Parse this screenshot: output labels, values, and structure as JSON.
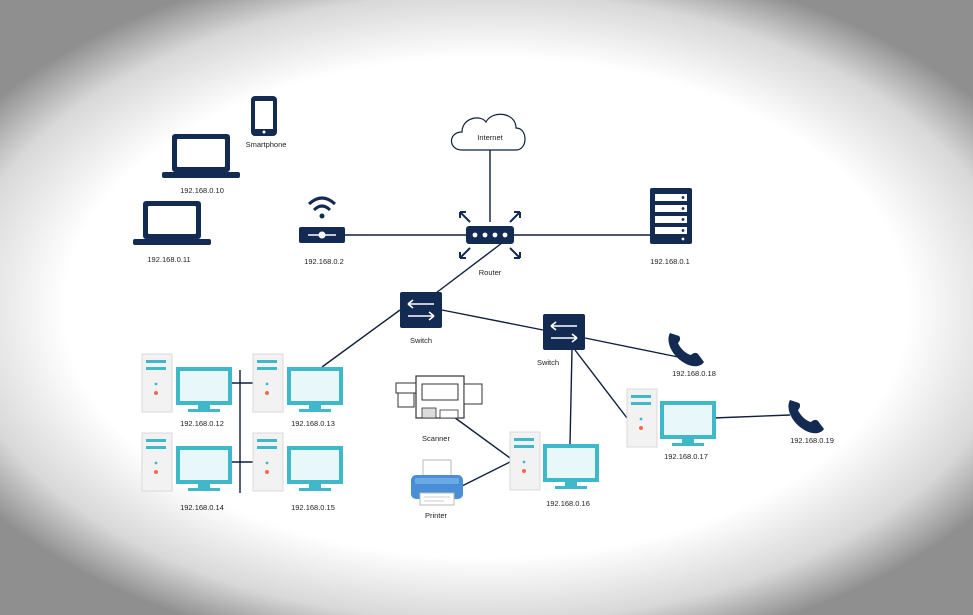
{
  "labels": {
    "internet": "Internet",
    "router": "Router",
    "switch_1": "Switch",
    "switch_2": "Switch",
    "smartphone": "Smartphone",
    "laptop_1": "192.168.0.10",
    "laptop_2": "192.168.0.11",
    "wifi_ap": "192.168.0.2",
    "server": "192.168.0.1",
    "pc_12": "192.168.0.12",
    "pc_13": "192.168.0.13",
    "pc_14": "192.168.0.14",
    "pc_15": "192.168.0.15",
    "pc_16": "192.168.0.16",
    "pc_17": "192.168.0.17",
    "phone_18": "192.168.0.18",
    "phone_19": "192.168.0.19",
    "scanner": "Scanner",
    "printer": "Printer"
  },
  "colors": {
    "navy": "#132a52",
    "teal": "#3fb8c9",
    "accent_dot": "#f26b4f",
    "link": "#0f1f3d"
  },
  "icons": [
    "cloud-icon",
    "router-icon",
    "switch-icon",
    "wifi-icon",
    "server-rack-icon",
    "laptop-icon",
    "smartphone-icon",
    "desktop-pc-icon",
    "phone-icon",
    "scanner-icon",
    "printer-icon"
  ]
}
